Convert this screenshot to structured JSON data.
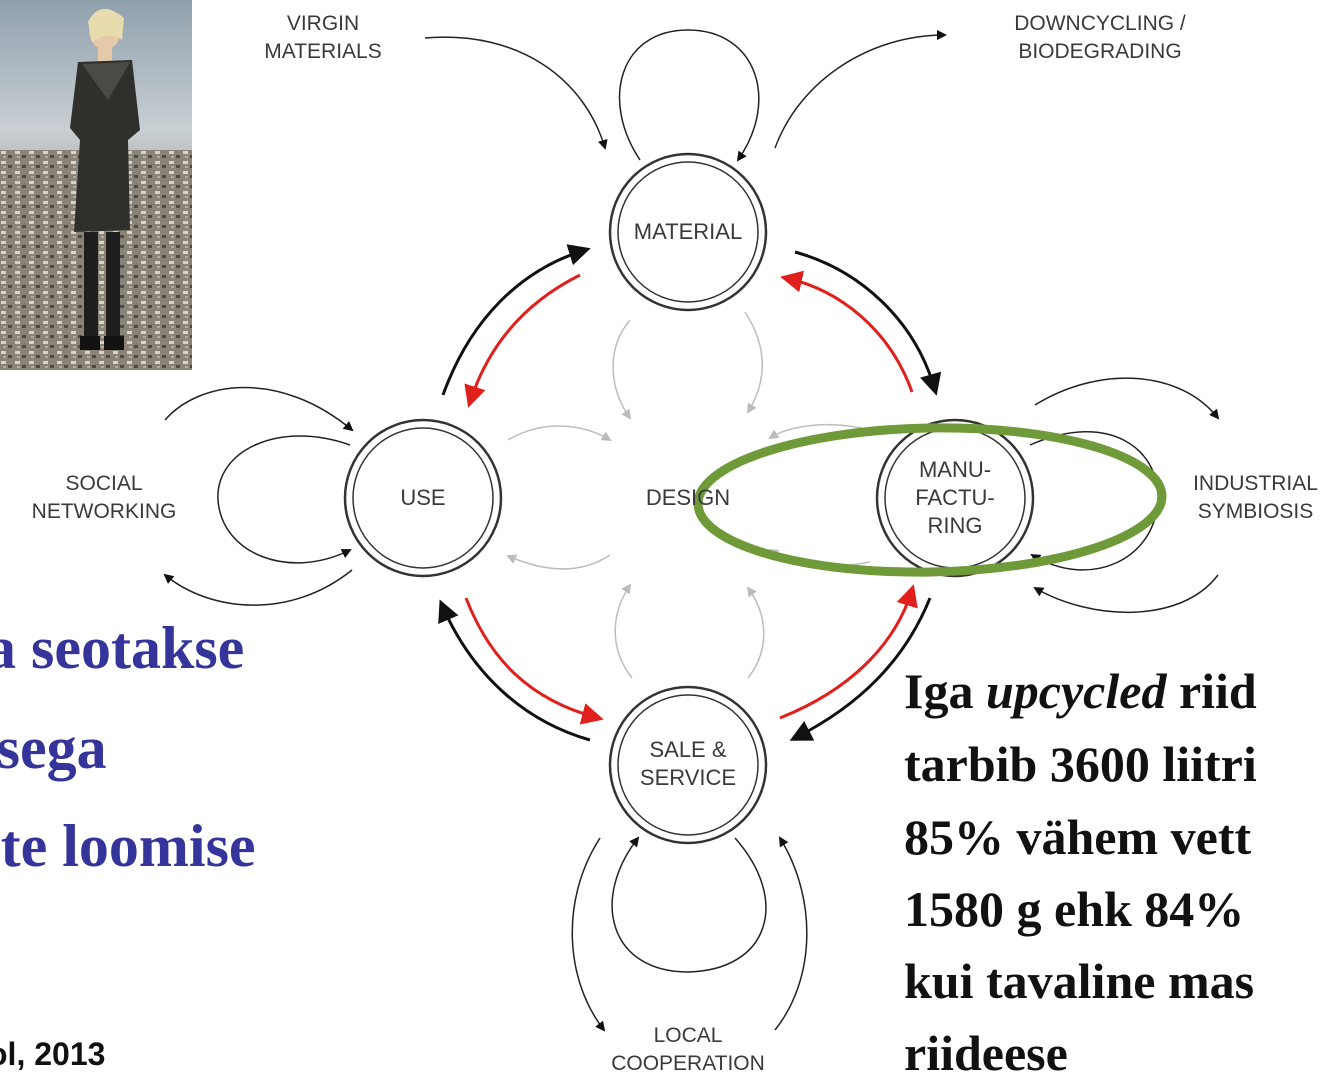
{
  "photo": {
    "icon": "woman-on-landfill-photo"
  },
  "diagram": {
    "nodes": {
      "material": "MATERIAL",
      "use": "USE",
      "manufacturing": [
        "MANU-",
        "FACTU-",
        "RING"
      ],
      "sale": [
        "SALE &",
        "SERVICE"
      ],
      "design": "DESIGN"
    },
    "outer": {
      "virgin": [
        "VIRGIN",
        "MATERIALS"
      ],
      "downcycling": [
        "DOWNCYCLING /",
        "BIODEGRADING"
      ],
      "social": [
        "SOCIAL",
        "NETWORKING"
      ],
      "industrial": [
        "INDUSTRIAL",
        "SYMBIOSIS"
      ],
      "local": [
        "LOCAL",
        "COOPERATION"
      ]
    },
    "colors": {
      "highlight": "#6f9a3a",
      "red_arrow": "#e0201c",
      "text_blue": "#34349a"
    }
  },
  "left_text": {
    "lines": [
      "a seotakse",
      "isega",
      "ete loomise"
    ],
    "citation": "ol, 2013"
  },
  "right_text": {
    "line1_prefix": "Iga ",
    "line1_italic": "upcycled",
    "line1_suffix": " riid",
    "lines": [
      "tarbib 3600 liitri",
      "85% vähem vett",
      "1580 g  ehk 84%",
      "kui tavaline mas",
      "riideese"
    ]
  }
}
